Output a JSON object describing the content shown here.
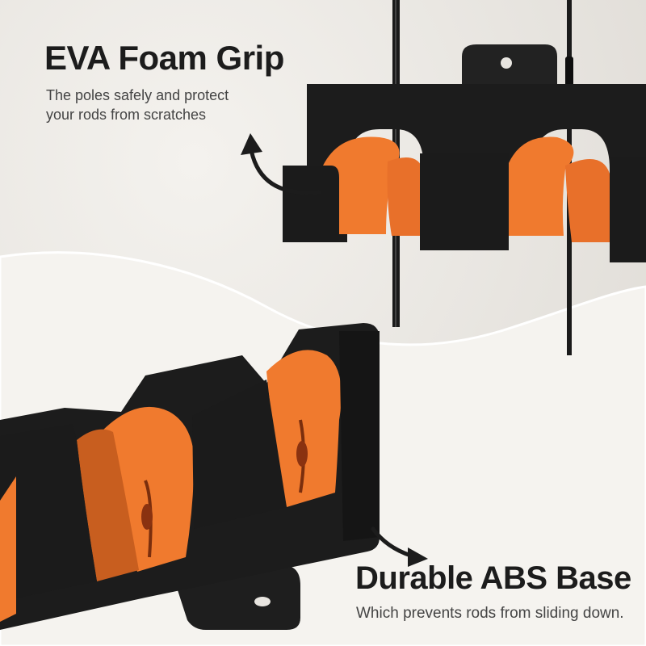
{
  "features": {
    "foam": {
      "title": "EVA Foam Grip",
      "line1": "The poles safely and protect",
      "line2": "your rods from scratches"
    },
    "base": {
      "title": "Durable ABS Base",
      "line1": "Which prevents rods from sliding down."
    }
  },
  "colors": {
    "holder": "#1b1b1b",
    "foam": "#f07a2e",
    "foam_shadow": "#c85e1f",
    "background": "#ece9e4"
  },
  "icons": [
    "curved-arrow-icon",
    "curved-arrow-icon"
  ]
}
